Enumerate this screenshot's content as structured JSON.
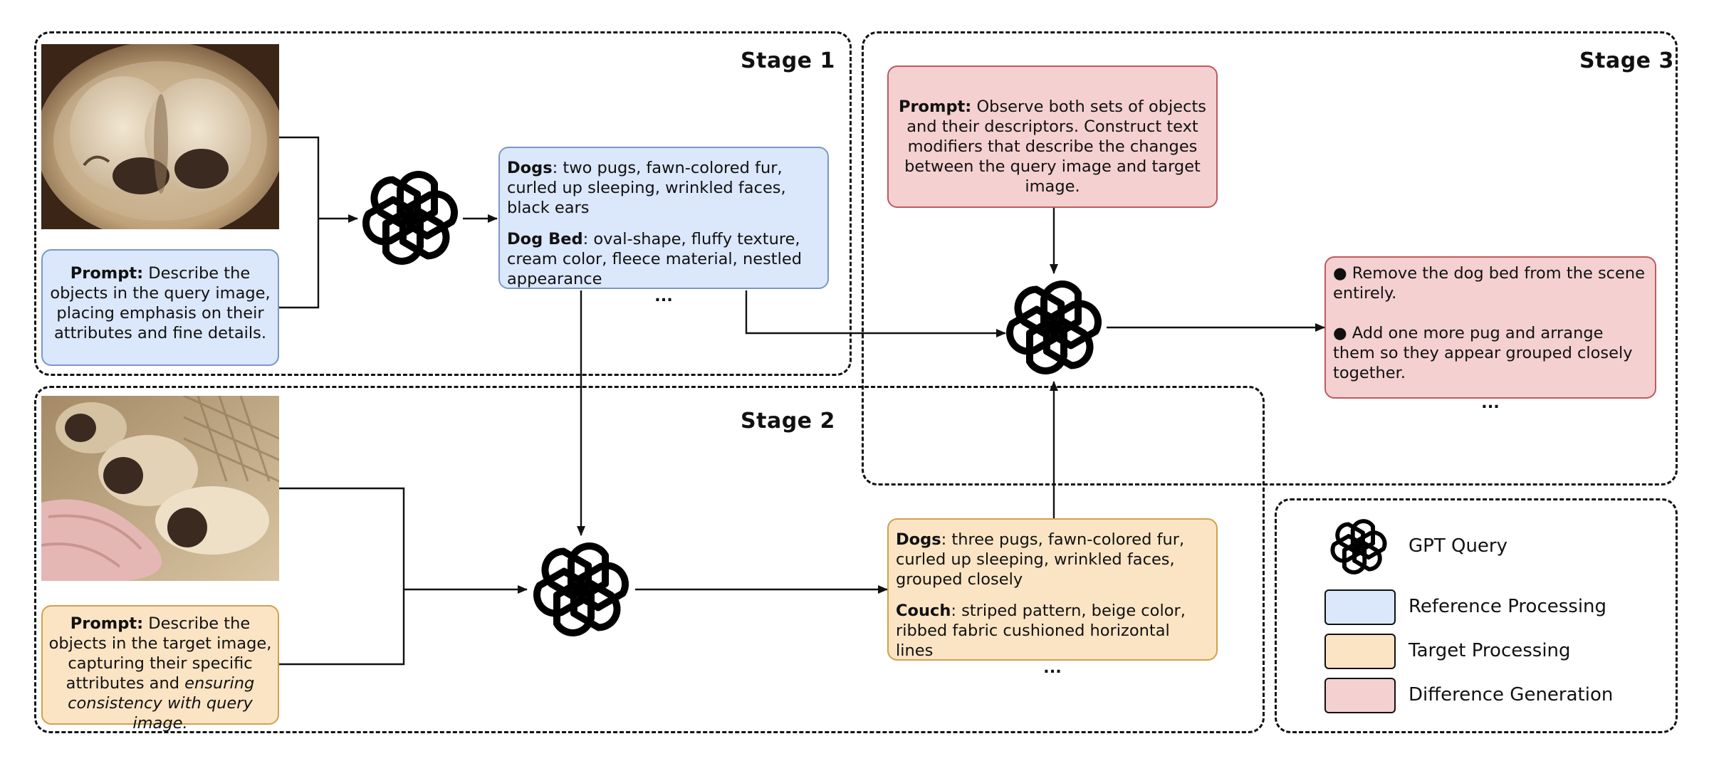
{
  "stages": {
    "stage1": "Stage 1",
    "stage2": "Stage 2",
    "stage3": "Stage 3"
  },
  "stage1": {
    "prompt_label": "Prompt:",
    "prompt_text": " Describe the objects in the query image, placing emphasis on their attributes and fine details.",
    "output": {
      "dogs_label": "Dogs",
      "dogs_text": ": two pugs, fawn-colored fur, curled up sleeping, wrinkled faces, black ears",
      "bed_label": "Dog Bed",
      "bed_text": ": oval-shape, fluffy texture, cream color, fleece material, nestled appearance",
      "ellipsis": "..."
    }
  },
  "stage2": {
    "prompt_label": "Prompt:",
    "prompt_text": " Describe the objects in the target image, capturing their specific attributes and ",
    "prompt_italic": "ensuring consistency with query image.",
    "output": {
      "dogs_label": "Dogs",
      "dogs_text": ": three pugs, fawn-colored fur, curled up sleeping, wrinkled faces, grouped closely",
      "couch_label": "Couch",
      "couch_text": ": striped pattern, beige color, ribbed fabric cushioned horizontal lines",
      "ellipsis": "..."
    }
  },
  "stage3": {
    "prompt_label": "Prompt:",
    "prompt_text": " Observe both sets of objects and their descriptors. Construct text modifiers that describe the changes between the query image and target image.",
    "output": {
      "item1": "● Remove the dog bed from the scene entirely.",
      "item2": "● Add one more pug and arrange them so they appear grouped closely together.",
      "ellipsis": "..."
    }
  },
  "legend": {
    "gpt": "GPT Query",
    "ref": "Reference Processing",
    "tgt": "Target Processing",
    "diff": "Difference Generation"
  },
  "colors": {
    "reference": "#dbe7fa",
    "target": "#fbe4c4",
    "difference": "#f4d0d0"
  },
  "icons": [
    "openai-logo-icon",
    "query-photo",
    "target-photo"
  ]
}
